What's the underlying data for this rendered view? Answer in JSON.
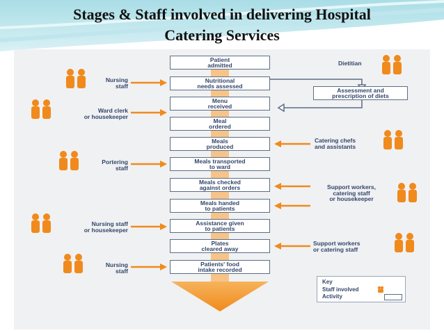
{
  "title_line1": "Stages & Staff involved in delivering Hospital",
  "title_line2": "Catering Services",
  "stages": [
    "Patient\nadmitted",
    "Nutritional\nneeds assessed",
    "Menu\nreceived",
    "Meal\nordered",
    "Meals\nproduced",
    "Meals transported\nto ward",
    "Meals checked\nagainst orders",
    "Meals handed\nto patients",
    "Assistance given\nto patients",
    "Plates\ncleared away",
    "Patients' food\nintake recorded"
  ],
  "left_staff": [
    {
      "label": "Nursing\nstaff",
      "stage": 1
    },
    {
      "label": "Ward clerk\nor housekeeper",
      "stage": 2
    },
    {
      "label": "Portering\nstaff",
      "stage": 5
    },
    {
      "label": "Nursing staff\nor housekeeper",
      "stage": 8
    },
    {
      "label": "Nursing\nstaff",
      "stage": 10
    }
  ],
  "right_staff": [
    {
      "label": "Dietitian"
    },
    {
      "label": "Catering chefs\nand assistants"
    },
    {
      "label": "Support workers,\ncatering staff\nor housekeeper"
    },
    {
      "label": "Support workers\nor catering staff"
    }
  ],
  "assessment_box": "Assessment and\nprescription of diets",
  "key": {
    "title": "Key",
    "staff": "Staff involved",
    "activity": "Activity"
  },
  "colors": {
    "orange": "#f08a1c",
    "navy": "#33466a",
    "stage_border": "#5a6d86",
    "panel": "#f0f1f3"
  }
}
